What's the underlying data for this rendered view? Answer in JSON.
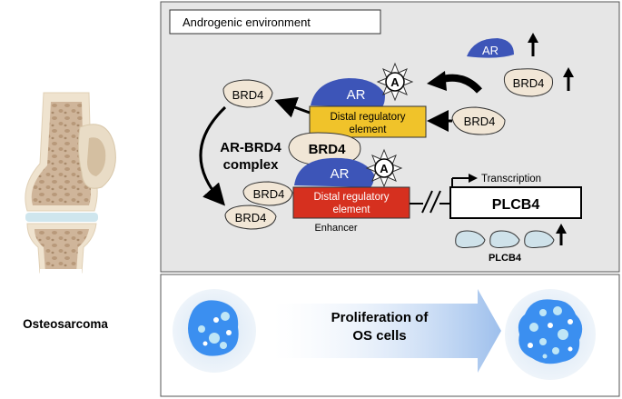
{
  "left_panel": {
    "label": "Osteosarcoma"
  },
  "top_panel": {
    "title": "Androgenic environment",
    "protein_labels": {
      "ar_upper": "AR",
      "ar_lower": "AR",
      "ar_floating": "AR",
      "androgen_upper": "A",
      "androgen_lower": "A",
      "brd4_top_right": "BRD4",
      "brd4_incoming": "BRD4",
      "brd4_left_loop": "BRD4",
      "brd4_complex": "BRD4",
      "brd4_lower_a": "BRD4",
      "brd4_lower_b": "BRD4"
    },
    "dre_upper_line1": "Distal regulatory",
    "dre_upper_line2": "element",
    "dre_lower_line1": "Distal regulatory",
    "dre_lower_line2": "element",
    "complex_line1": "AR-BRD4",
    "complex_line2": "complex",
    "enhancer_label": "Enhancer",
    "transcription_label": "Transcription",
    "gene_label": "PLCB4",
    "protein_product_label": "PLCB4"
  },
  "bottom_panel": {
    "line1": "Proliferation of",
    "line2": "OS cells"
  },
  "colors": {
    "panel_bg_top": "#e6e6e6",
    "ar_blue": "#3d55b8",
    "brd4_beige": "#f1e6d6",
    "dre_yellow": "#f0c32a",
    "dre_red": "#d6301f",
    "plcb4_protein": "#cfe2ea",
    "cell_blue": "#3b8ff0",
    "arrow_fade": "#a9c7ee"
  }
}
